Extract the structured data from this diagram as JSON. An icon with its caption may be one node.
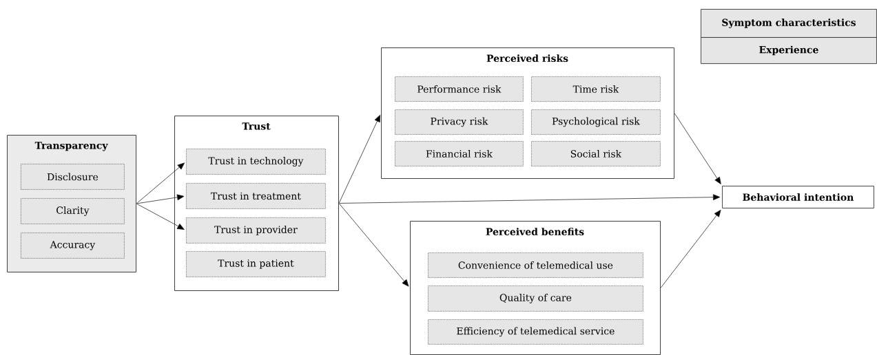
{
  "diagram": {
    "nodes": [
      {
        "text": [
          "Transparency"
        ]
      },
      {
        "text": [
          "Disclosure"
        ],
        "in": 0
      },
      {
        "text": [
          "Clarity"
        ],
        "in": 0
      },
      {
        "text": [
          "Accuracy"
        ],
        "in": 0
      },
      {
        "text": [
          "Trust"
        ]
      },
      {
        "text": [
          "Trust in technology"
        ],
        "in": 4
      },
      {
        "text": [
          "Trust in treatment"
        ],
        "in": 4
      },
      {
        "text": [
          "Trust in provider"
        ],
        "in": 4
      },
      {
        "text": [
          "Trust in patient"
        ],
        "in": 4
      },
      {
        "text": [
          "Perceived risks"
        ]
      },
      {
        "text": [
          "Performance risk"
        ],
        "in": 9
      },
      {
        "text": [
          "Time risk"
        ],
        "in": 9
      },
      {
        "text": [
          "Privacy risk"
        ],
        "in": 9
      },
      {
        "text": [
          "Psychological risk"
        ],
        "in": 9
      },
      {
        "text": [
          "Financial risk"
        ],
        "in": 9
      },
      {
        "text": [
          "Social risk"
        ],
        "in": 9
      },
      {
        "text": [
          "Perceived benefits"
        ]
      },
      {
        "text": [
          "Convenience of telemedical use"
        ],
        "in": 16
      },
      {
        "text": [
          "Quality of care"
        ],
        "in": 16
      },
      {
        "text": [
          "Efficiency of telemedical service"
        ],
        "in": 16
      },
      {
        "text": [
          "Behavioral intention"
        ]
      },
      {
        "text": [
          "Symptom characteristics"
        ]
      },
      {
        "text": [
          "Experience"
        ]
      }
    ],
    "edges": [
      {
        "from": 0,
        "to": 5,
        "arrow": "to"
      },
      {
        "from": 0,
        "to": 6,
        "arrow": "to"
      },
      {
        "from": 0,
        "to": 7,
        "arrow": "to"
      },
      {
        "from": 4,
        "to": 9,
        "arrow": "to"
      },
      {
        "from": 4,
        "to": 20,
        "arrow": "to"
      },
      {
        "from": 4,
        "to": 16,
        "arrow": "to"
      },
      {
        "from": 9,
        "to": 20,
        "arrow": "to"
      },
      {
        "from": 16,
        "to": 20,
        "arrow": "to"
      }
    ]
  }
}
